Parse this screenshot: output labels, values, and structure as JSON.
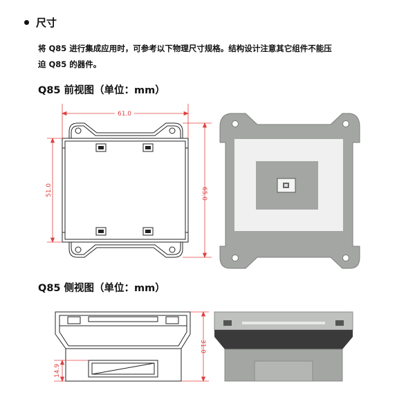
{
  "section": {
    "title": "尺寸",
    "body_line1": "将 Q85 进行集成应用时，可参考以下物理尺寸规格。结构设计注意其它组件不能压",
    "body_line2": "迫 Q85 的器件。"
  },
  "front_view": {
    "title": "Q85 前视图（单位：mm）",
    "dim_width": "61.0",
    "dim_inner_height": "51.0",
    "dim_outer_height": "65.0"
  },
  "side_view": {
    "title": "Q85 侧视图（单位：mm）",
    "dim_connector_height": "14.9",
    "dim_total_height": "31.0"
  },
  "colors": {
    "dimension": "#e04040",
    "render_gray": "#a4a6a4",
    "render_light": "#f0f0f0",
    "render_dark": "#3a3a3a"
  }
}
